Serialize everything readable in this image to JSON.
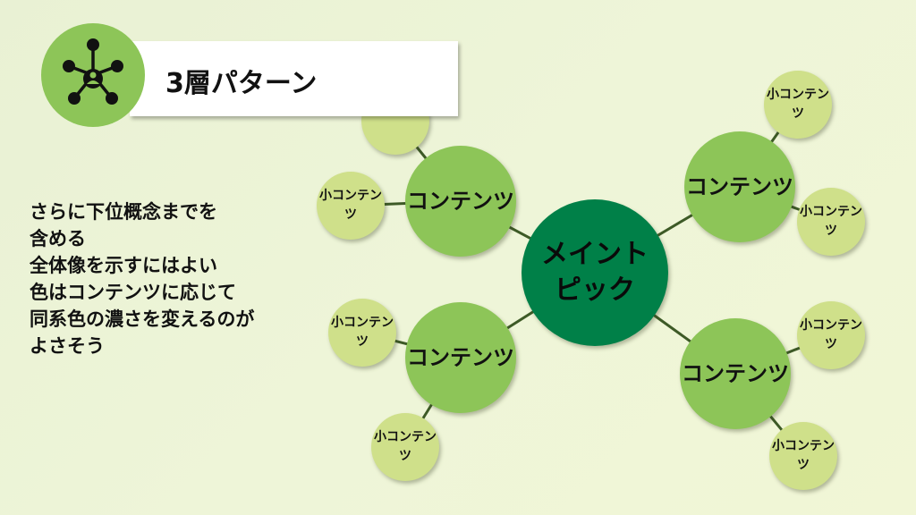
{
  "title": "3層パターン",
  "icon": "network-icon",
  "notes": [
    "さらに下位概念までを",
    "含める",
    "全体像を示すにはよい",
    "色はコンテンツに応じて",
    "同系色の濃さを変えるのが",
    "よさそう"
  ],
  "diagram": {
    "main": "メイントピック",
    "contents": [
      "コンテンツ",
      "コンテンツ",
      "コンテンツ",
      "コンテンツ"
    ],
    "sub": "小コンテンツ"
  },
  "colors": {
    "main": "#008048",
    "content": "#8dc558",
    "sub": "#cfe08a",
    "line": "#3d5a26"
  }
}
